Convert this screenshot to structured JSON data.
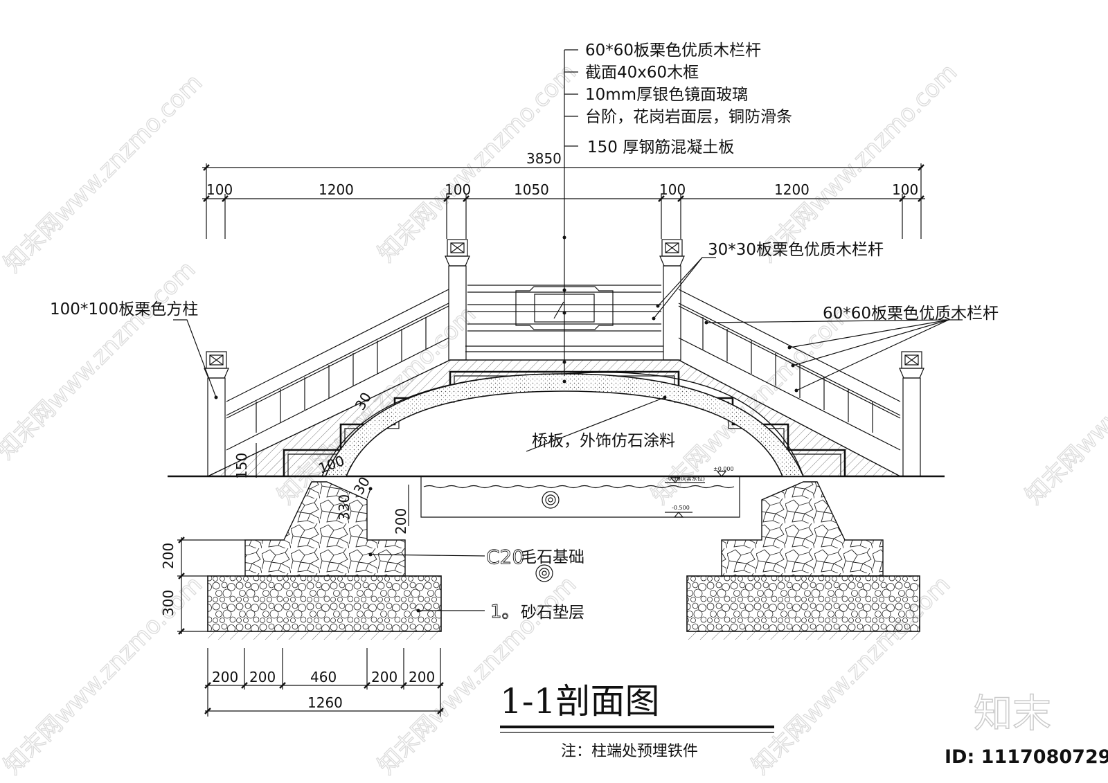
{
  "title": "1-1剖面图",
  "note": "注：柱端处预埋铁件",
  "id_label": "ID: 1117080729",
  "logo": "知末",
  "watermark": "知末网www.znzmo.com",
  "labels": {
    "rail_top": "60*60板栗色优质木栏杆",
    "frame": "截面40x60木框",
    "glass": "10mm厚银色镜面玻璃",
    "steps": "台阶，花岗岩面层，铜防滑条",
    "slab": "150 厚钢筋混凝土板",
    "small_rail": "30*30板栗色优质木栏杆",
    "post": "100*100板栗色方柱",
    "right_rail": "60*60板栗色优质木栏杆",
    "bridge_slab": "桥板，外饰仿石涂料",
    "foundation_prefix": "C20",
    "foundation": "毛石基础",
    "gravel_prefix": "1。",
    "gravel": "砂石垫层"
  },
  "dimensions": {
    "total": "3850",
    "top_row": [
      "100",
      "1200",
      "100",
      "1050",
      "100",
      "1200",
      "100"
    ],
    "bottom_row": [
      "200",
      "200",
      "460",
      "200",
      "200"
    ],
    "bottom_total": "1260",
    "vertical_left": [
      "200",
      "300"
    ],
    "vertical_center": "200",
    "slope_labels": [
      "30",
      "150",
      "100",
      "330",
      "30"
    ]
  },
  "levels": {
    "water": "-0.100(常水位)",
    "zero": "±0.000",
    "bottom": "-0.500"
  }
}
